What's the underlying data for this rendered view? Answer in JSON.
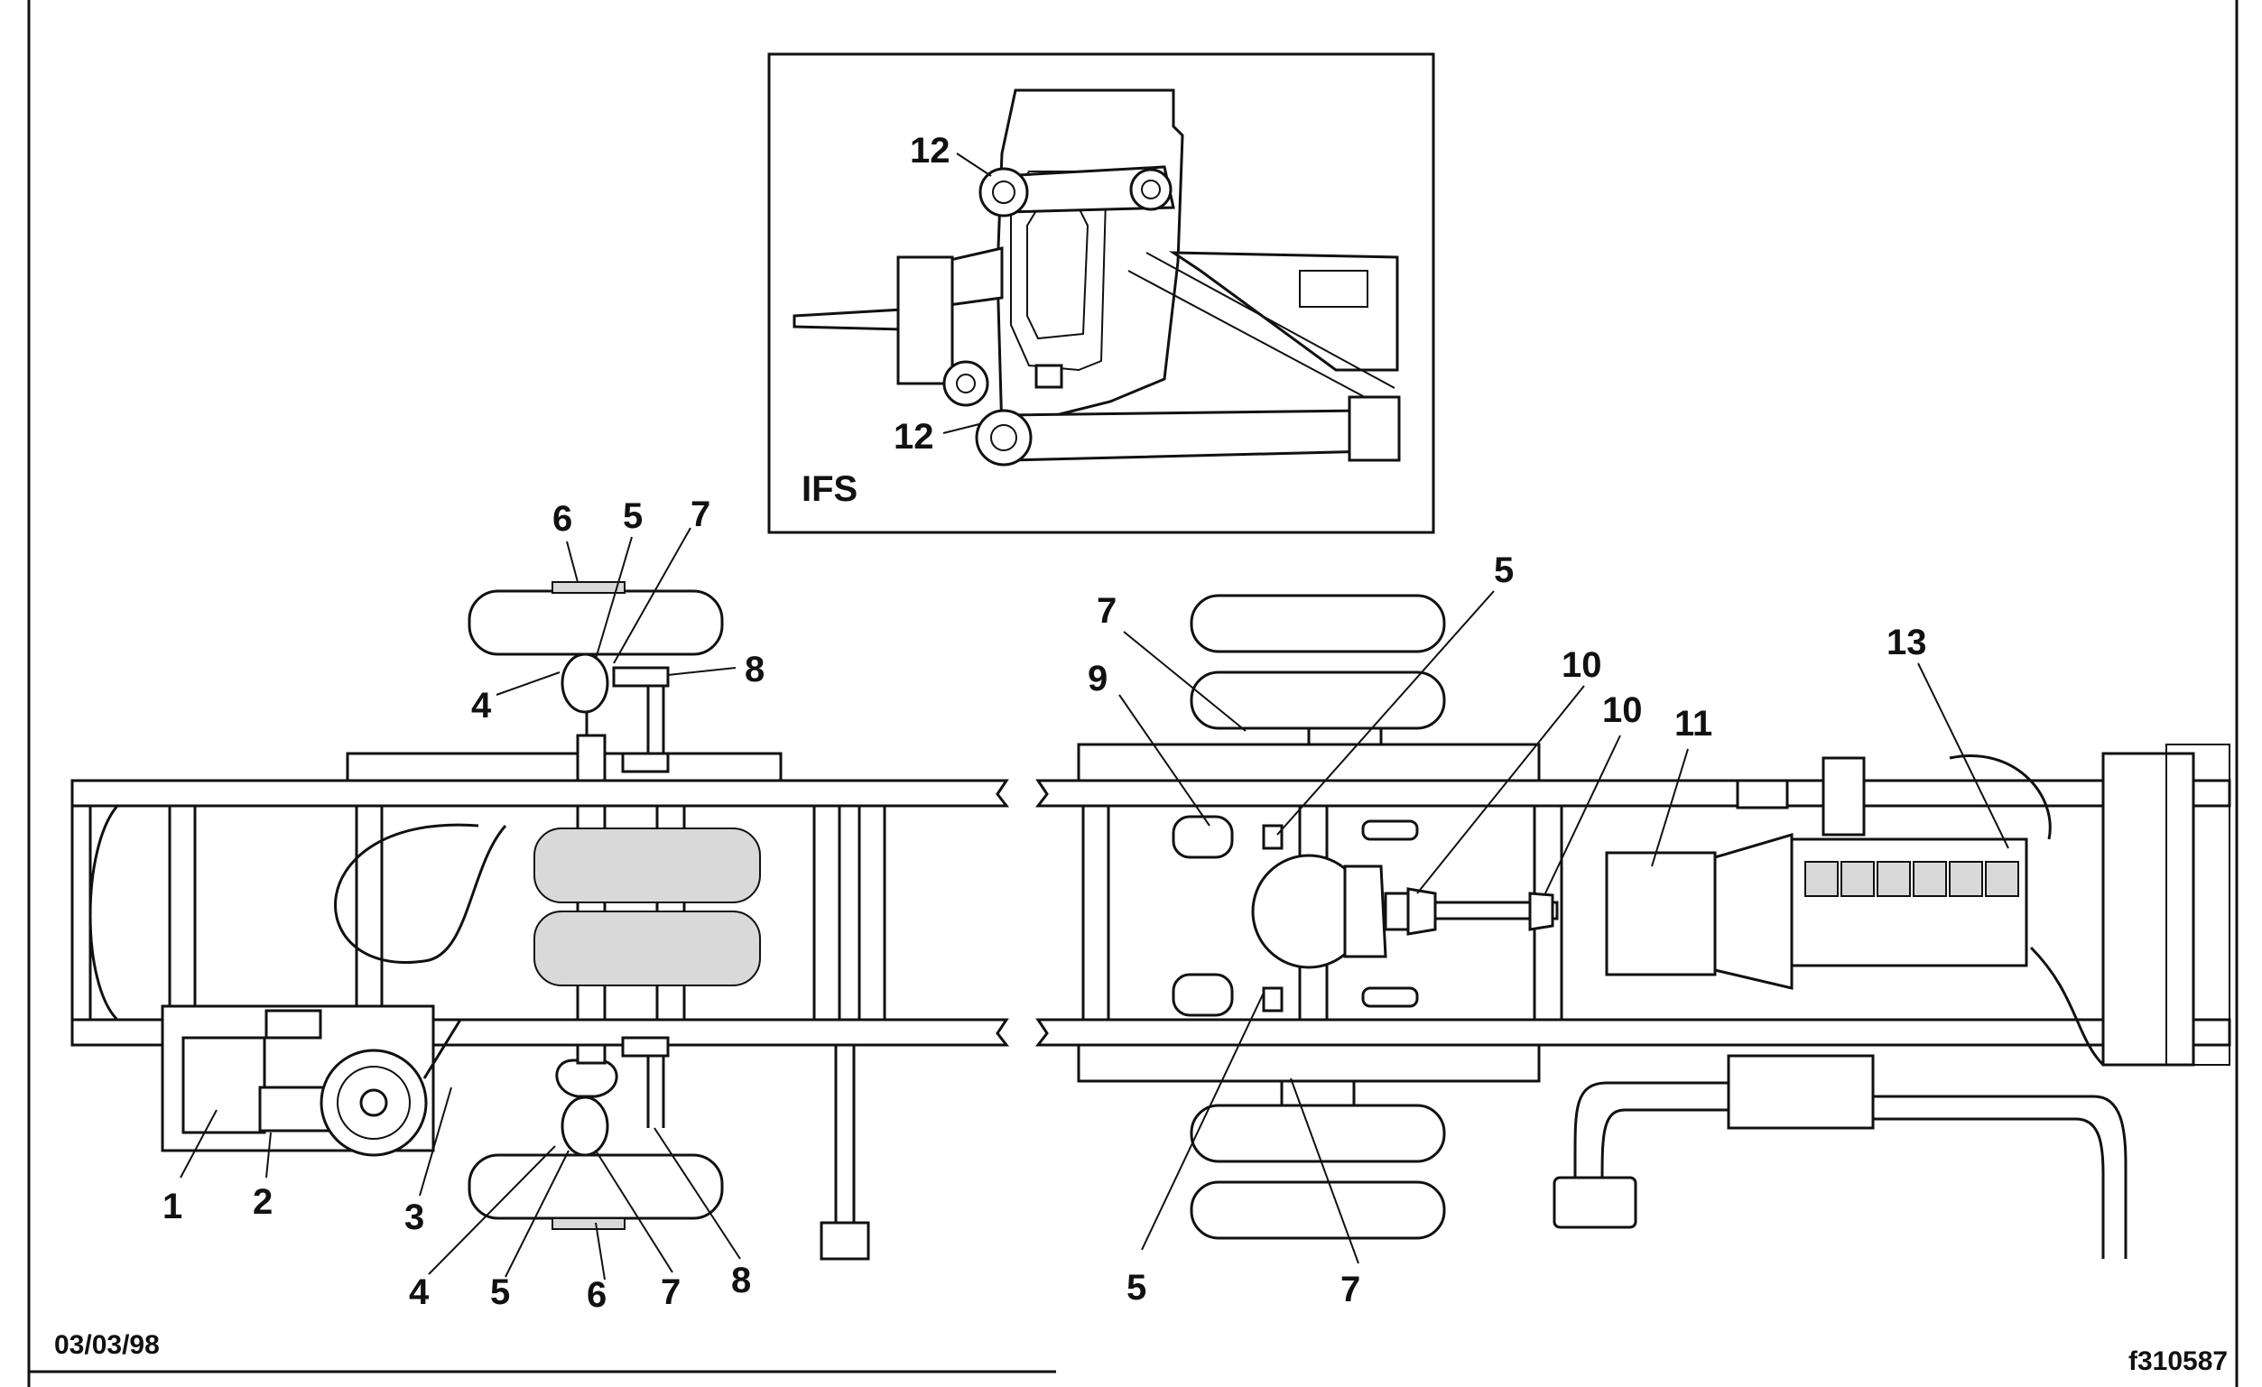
{
  "inset": {
    "label": "IFS"
  },
  "footer": {
    "date": "03/03/98",
    "figure_id": "f310587"
  },
  "callouts": {
    "front_upper": {
      "c6": "6",
      "c5": "5",
      "c7": "7",
      "c8": "8",
      "c4": "4"
    },
    "front_lower": {
      "c1": "1",
      "c2": "2",
      "c3": "3",
      "c4": "4",
      "c5": "5",
      "c6": "6",
      "c7": "7",
      "c8": "8"
    },
    "rear": {
      "c5a": "5",
      "c7a": "7",
      "c9": "9",
      "c10a": "10",
      "c10b": "10",
      "c11": "11",
      "c13": "13",
      "c5b": "5",
      "c7b": "7"
    },
    "ifs": {
      "c12a": "12",
      "c12b": "12"
    }
  }
}
